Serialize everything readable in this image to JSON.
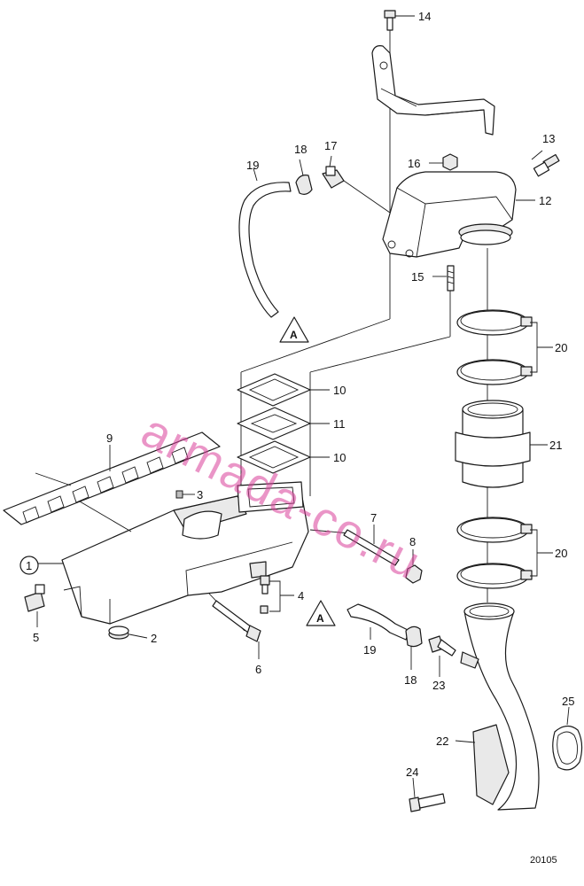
{
  "diagram": {
    "document_number": "20105",
    "watermark": "armada-co.ru",
    "connection_reference": "A",
    "callouts": [
      "1",
      "2",
      "3",
      "4",
      "5",
      "6",
      "7",
      "8",
      "9",
      "10",
      "11",
      "12",
      "13",
      "14",
      "15",
      "16",
      "17",
      "18",
      "19",
      "20",
      "21",
      "22",
      "23",
      "24",
      "25"
    ]
  }
}
